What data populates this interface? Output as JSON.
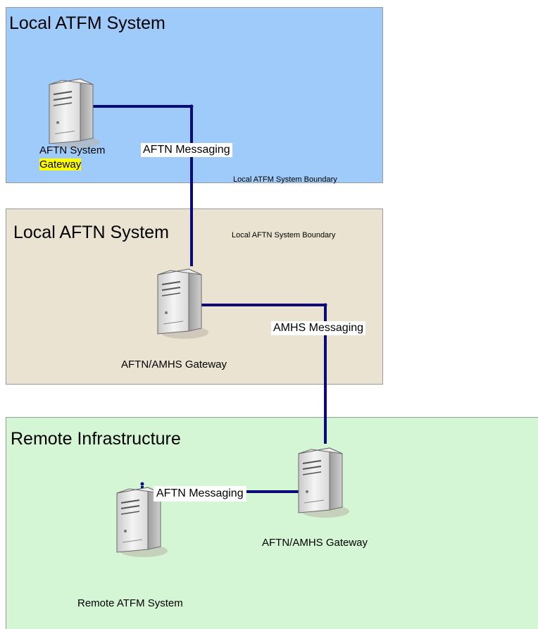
{
  "zones": {
    "local_atfm": {
      "title": "Local ATFM System",
      "boundary": "Local ATFM System Boundary",
      "color": "#9fcbfb"
    },
    "local_aftn": {
      "title": "Local AFTN System",
      "boundary": "Local AFTN System Boundary",
      "color": "#ebe3d2"
    },
    "remote": {
      "title": "Remote Infrastructure",
      "color": "#d4f6d4"
    }
  },
  "nodes": {
    "aftn_system_gateway": {
      "label_line1": "AFTN System",
      "label_line2": "Gateway",
      "icon": "server-icon"
    },
    "local_gateway": {
      "label": "AFTN/AMHS Gateway",
      "icon": "server-icon"
    },
    "remote_gateway": {
      "label": "AFTN/AMHS Gateway",
      "icon": "server-icon"
    },
    "remote_atfm": {
      "label": "Remote ATFM System",
      "icon": "server-icon"
    }
  },
  "links": {
    "atfm_to_aftn": "AFTN Messaging",
    "aftn_to_remote": "AMHS Messaging",
    "remote_gw_to_atfm": "AFTN Messaging"
  },
  "colors": {
    "link": "#0a0a78",
    "highlight": "#ffff00"
  }
}
